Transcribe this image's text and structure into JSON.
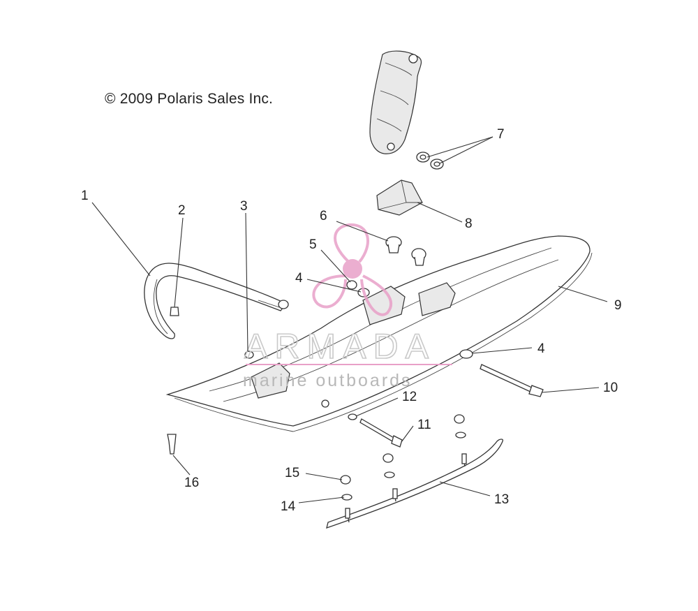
{
  "copyright": "© 2009 Polaris Sales Inc.",
  "watermark": {
    "brand": "ARMADA",
    "tagline": "marine outboards",
    "color": "#e8a0c8"
  },
  "callouts": [
    "1",
    "2",
    "3",
    "4",
    "5",
    "6",
    "7",
    "8",
    "9",
    "4",
    "10",
    "11",
    "12",
    "13",
    "14",
    "15",
    "16"
  ]
}
